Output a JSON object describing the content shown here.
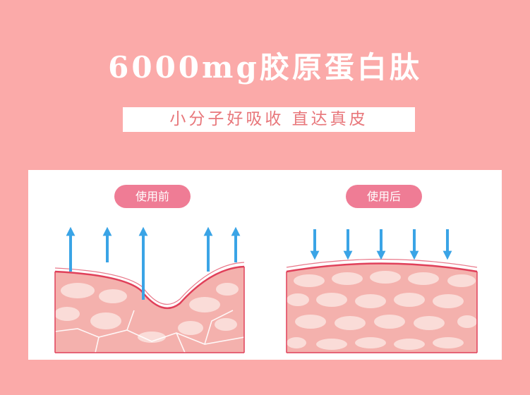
{
  "header": {
    "title": "6000mg胶原蛋白肽",
    "subtitle": "小分子好吸收 直达真皮"
  },
  "comparison": {
    "before_label": "使用前",
    "after_label": "使用后"
  },
  "colors": {
    "background": "#fbaaa9",
    "pill": "#ef7c95",
    "arrow": "#3aa4e6",
    "skin_line": "#e0405a",
    "tissue": "#f4b1ad",
    "cell": "#fadcd8"
  }
}
